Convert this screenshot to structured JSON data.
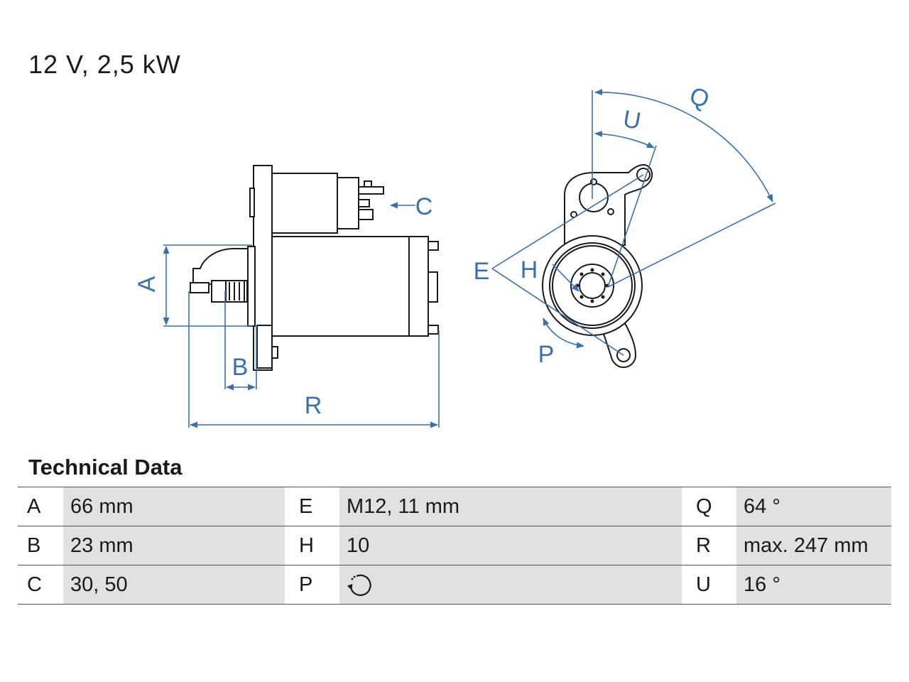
{
  "header": {
    "spec": "12 V, 2,5 kW"
  },
  "diagram": {
    "labels": {
      "A": "A",
      "B": "B",
      "C": "C",
      "E": "E",
      "H": "H",
      "P": "P",
      "Q": "Q",
      "R": "R",
      "U": "U"
    },
    "line_color": "#3a6fb0",
    "drawing_color": "#1a1a1a"
  },
  "technical_data": {
    "title": "Technical Data",
    "rows": [
      [
        {
          "key": "A",
          "value": "66 mm"
        },
        {
          "key": "E",
          "value": "M12, 11 mm"
        },
        {
          "key": "Q",
          "value": "64 °"
        }
      ],
      [
        {
          "key": "B",
          "value": "23 mm"
        },
        {
          "key": "H",
          "value": "10"
        },
        {
          "key": "R",
          "value": "max. 247 mm"
        }
      ],
      [
        {
          "key": "C",
          "value": "30, 50"
        },
        {
          "key": "P",
          "value": "",
          "icon": "rotation-icon"
        },
        {
          "key": "U",
          "value": "16 °"
        }
      ]
    ],
    "cell_bg": "#e1e1e1"
  }
}
